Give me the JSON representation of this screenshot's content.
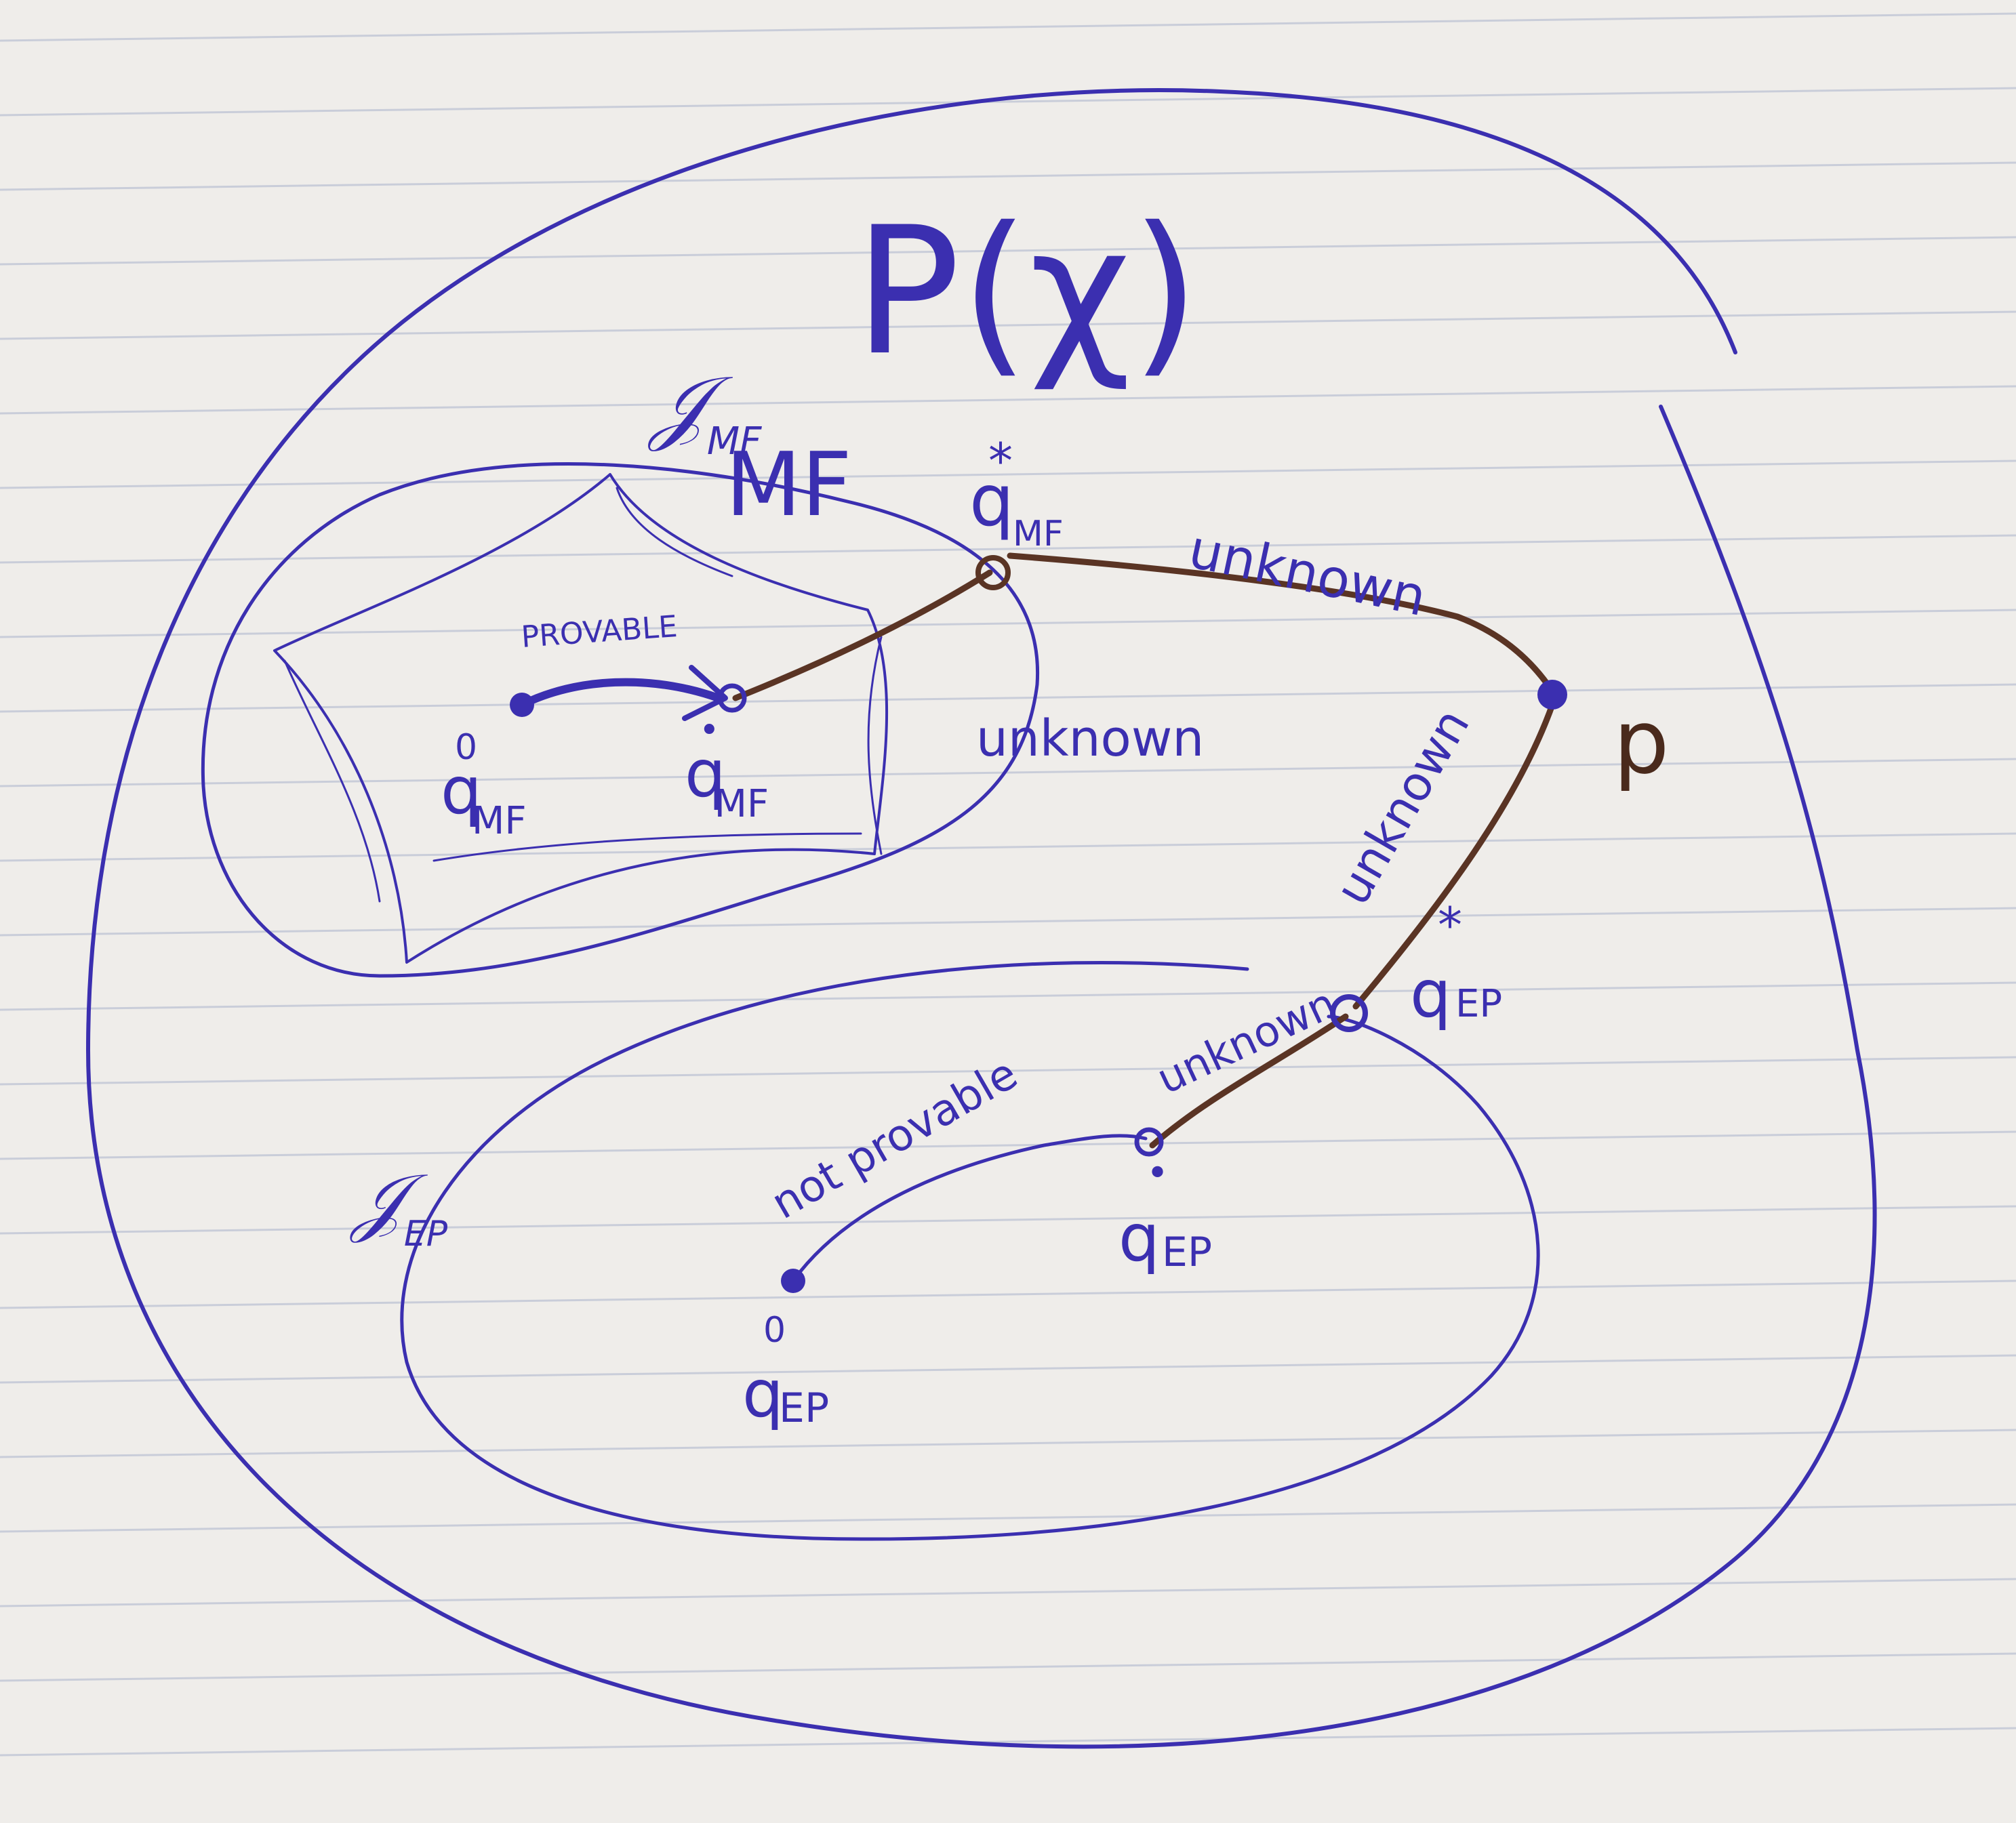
{
  "title": "P(χ)",
  "sets": {
    "mf": {
      "label": "𝒥",
      "sub": "MF"
    },
    "ep": {
      "label": "𝒥",
      "sub": "EP"
    }
  },
  "region_label": "MF",
  "points": {
    "q0_mf": {
      "base": "q",
      "sup": "0",
      "sub": "MF"
    },
    "q_mf": {
      "base": "q",
      "sup": "•",
      "sub": "MF"
    },
    "qstar_mf": {
      "base": "q",
      "sup": "*",
      "sub": "MF"
    },
    "p": {
      "label": "p"
    },
    "qstar_ep": {
      "base": "q",
      "sup": "*",
      "sub": "EP"
    },
    "q_ep": {
      "base": "q",
      "sup": "•",
      "sub": "EP"
    },
    "q0_ep": {
      "base": "q",
      "sup": "0",
      "sub": "EP"
    }
  },
  "edge_labels": {
    "provable": "PROVABLE",
    "unknown_mf_local": "unknown",
    "unknown_mf_p": "unknown",
    "unknown_p_ep": "unknown",
    "unknown_ep_local": "unknown",
    "not_provable": "not provable"
  },
  "colors": {
    "ink": "#3b2fb0",
    "brown": "#5a3424",
    "paper": "#efedea",
    "rule": "#c9cdd9"
  }
}
